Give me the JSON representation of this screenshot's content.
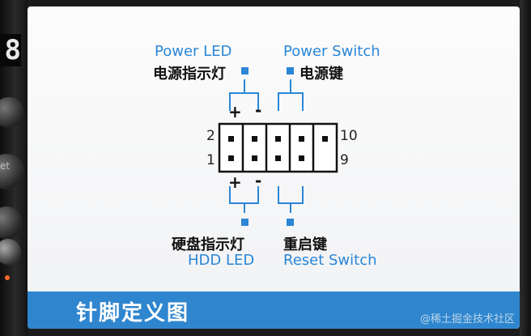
{
  "labels": {
    "power_led_en": "Power LED",
    "power_led_zh": "电源指示灯",
    "power_switch_en": "Power Switch",
    "power_switch_zh": "电源键",
    "hdd_led_zh": "硬盘指示灯",
    "hdd_led_en": "HDD LED",
    "reset_zh": "重启键",
    "reset_en": "Reset Switch"
  },
  "pins": {
    "top_left": "2",
    "top_right": "10",
    "bottom_left": "1",
    "bottom_right": "9",
    "plus": "+",
    "minus": "-"
  },
  "footer": {
    "title": "针脚定义图",
    "watermark": "@稀土掘金技术社区"
  },
  "hardware": {
    "display_digit": "8",
    "side_text": "et"
  },
  "colors": {
    "accent": "#2b86d6",
    "footer_bg": "#2f86cf",
    "pin": "#111111"
  }
}
